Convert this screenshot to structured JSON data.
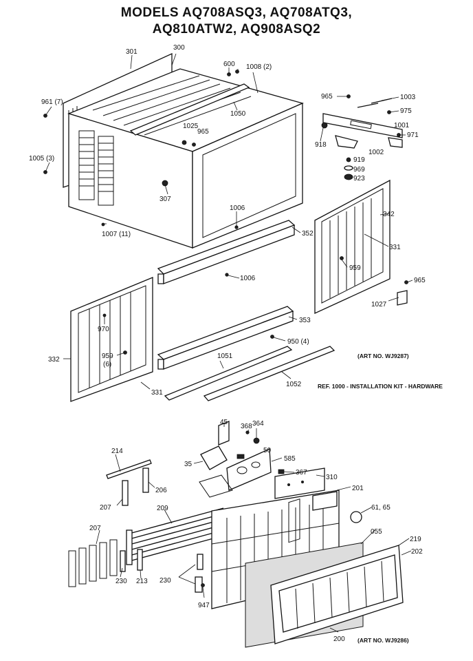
{
  "title": {
    "line1": "MODELS AQ708ASQ3, AQ708ATQ3,",
    "line2": "AQ810ATW2, AQ908ASQ2"
  },
  "notes": {
    "art_top": "(ART NO. WJ9287)",
    "ref": "REF. 1000 - INSTALLATION KIT - HARDWARE",
    "art_bottom": "(ART NO. WJ9286)"
  },
  "parts": {
    "p300": "300",
    "p301": "301",
    "p600": "600",
    "p1008": "1008 (2)",
    "p1050": "1050",
    "p961": "961 (7)",
    "p1025": "1025",
    "p965a": "965",
    "p1005": "1005 (3)",
    "p307": "307",
    "p1007": "1007 (11)",
    "p965b": "965",
    "p1003": "1003",
    "p975": "975",
    "p1001": "1001",
    "p971": "971",
    "p918": "918",
    "p1002": "1002",
    "p919": "919",
    "p969": "969",
    "p923": "923",
    "p1006a": "1006",
    "p352": "352",
    "p342": "342",
    "p331a": "331",
    "p959a": "959",
    "p1006b": "1006",
    "p965c": "965",
    "p1027": "1027",
    "p970": "970",
    "p353": "353",
    "p950": "950 (4)",
    "p332": "332",
    "p959b": "959",
    "p959b_qty": "(6)",
    "p1051": "1051",
    "p331b": "331",
    "p1052": "1052",
    "p45": "45",
    "p368": "368",
    "p364": "364",
    "p50": "50",
    "p214": "214",
    "p35": "35",
    "p585": "585",
    "p367": "367",
    "p310": "310",
    "p206": "206",
    "p207a": "207",
    "p201": "201",
    "p209": "209",
    "p6165": "61, 65",
    "p055": "055",
    "p219": "219",
    "p207b": "207",
    "p202": "202",
    "p230a": "230",
    "p213": "213",
    "p230b": "230",
    "p947": "947",
    "p200": "200"
  }
}
